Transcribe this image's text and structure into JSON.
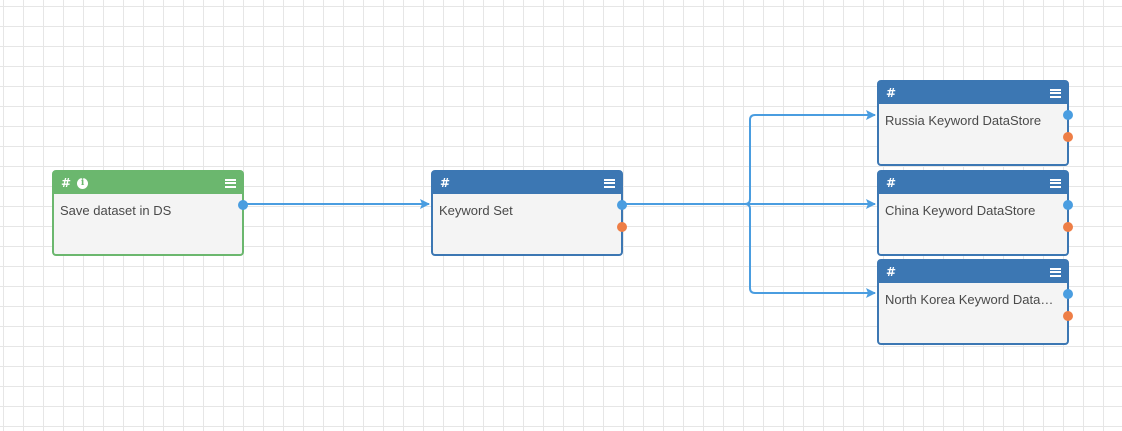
{
  "canvas": {
    "nodes": [
      {
        "id": "save",
        "title": "Save dataset in DS",
        "header_symbol": "#",
        "has_info": true,
        "color": "#6bb76e"
      },
      {
        "id": "kwset",
        "title": "Keyword Set",
        "header_symbol": "#",
        "has_info": false,
        "color": "#3c77b3"
      },
      {
        "id": "russia",
        "title": "Russia Keyword DataStore",
        "header_symbol": "#",
        "has_info": false,
        "color": "#3c77b3"
      },
      {
        "id": "china",
        "title": "China Keyword DataStore",
        "header_symbol": "#",
        "has_info": false,
        "color": "#3c77b3"
      },
      {
        "id": "nk",
        "title": "North Korea Keyword Data…",
        "header_symbol": "#",
        "has_info": false,
        "color": "#3c77b3"
      }
    ],
    "edges": [
      {
        "from": "save",
        "to": "kwset"
      },
      {
        "from": "kwset",
        "to": "russia"
      },
      {
        "from": "kwset",
        "to": "china"
      },
      {
        "from": "kwset",
        "to": "nk"
      }
    ],
    "colors": {
      "edge": "#4a9de0",
      "output_port": "#4a9de0",
      "error_port": "#ee7e46"
    }
  }
}
